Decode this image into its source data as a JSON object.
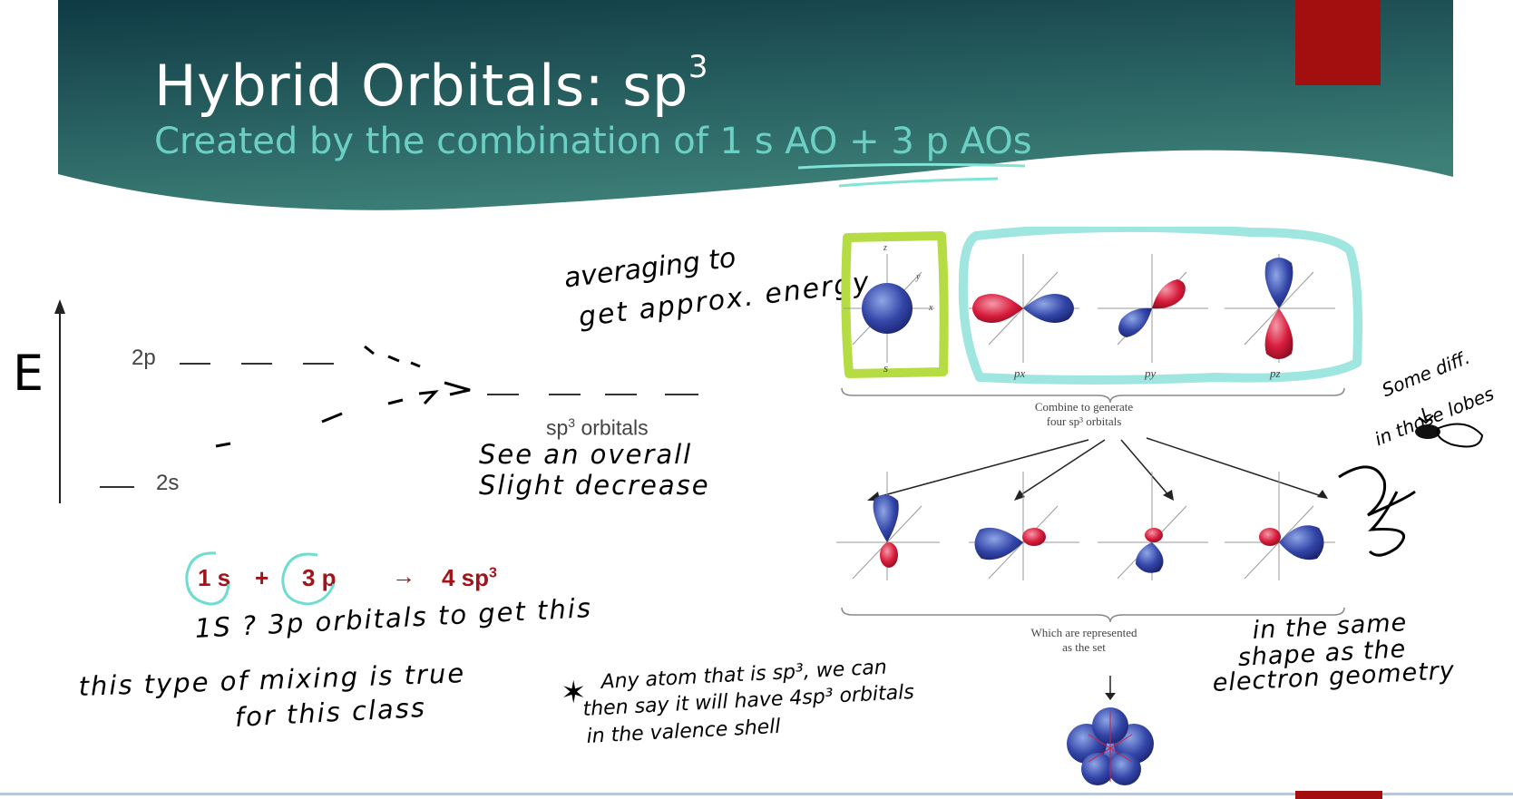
{
  "slide": {
    "title_main": "Hybrid Orbitals: sp",
    "title_sup": "3",
    "subtitle": "Created by the combination of 1 s AO + 3 p AOs",
    "colors": {
      "header_dark": "#12424a",
      "header_light": "#3a7e7a",
      "accent_red": "#a30f0f",
      "subtitle": "#6ccfc3"
    }
  },
  "energy_diagram": {
    "axis_label": "E",
    "level_2p": "2p",
    "level_2s": "2s",
    "sp3_label_main": "sp",
    "sp3_label_sup": "3",
    "sp3_label_rest": " orbitals"
  },
  "equation": {
    "term1": "1 s",
    "plus": "+",
    "term2": "3 p",
    "arrow": "→",
    "result_main": "4 sp",
    "result_sup": "3"
  },
  "notes": {
    "averaging_line1": "averaging to",
    "averaging_line2": "get approx. energy",
    "decrease_line1": "See an overall",
    "decrease_line2": "Slight decrease",
    "orbitals_note": "1S ? 3p orbitals to get this",
    "mixing_line1": "this type of mixing is true",
    "mixing_line2": "for this class",
    "star_line1": "Any atom that is sp³, we can",
    "star_line2": "then say it will have 4sp³ orbitals",
    "star_line3": "in the valence shell",
    "lobes_line1": "Some diff.",
    "lobes_line2": "in those lobes",
    "geometry_line1": "in the same",
    "geometry_line2": "shape as the",
    "geometry_line3": "electron geometry"
  },
  "figure": {
    "axis_z": "z",
    "axis_y": "y",
    "axis_x": "x",
    "label_s": "s",
    "label_px": "px",
    "label_py": "py",
    "label_pz": "pz",
    "combine_line1": "Combine to generate",
    "combine_line2": "four sp³ orbitals",
    "represented_line1": "Which are represented",
    "represented_line2": "as the set"
  }
}
